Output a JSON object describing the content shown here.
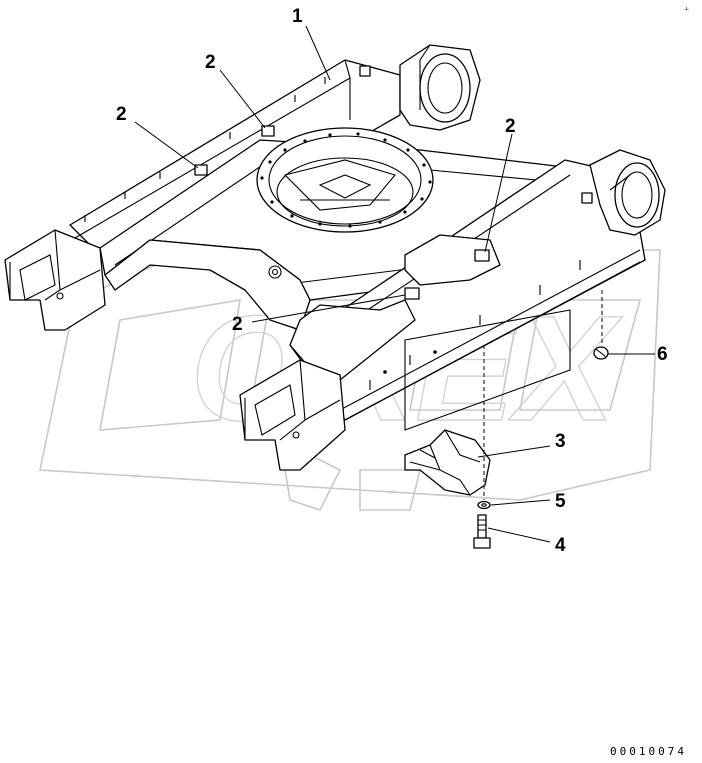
{
  "callouts": [
    {
      "id": "c1",
      "label": "1"
    },
    {
      "id": "c2a",
      "label": "2"
    },
    {
      "id": "c2b",
      "label": "2"
    },
    {
      "id": "c2c",
      "label": "2"
    },
    {
      "id": "c2d",
      "label": "2"
    },
    {
      "id": "c3",
      "label": "3"
    },
    {
      "id": "c4",
      "label": "4"
    },
    {
      "id": "c5",
      "label": "5"
    },
    {
      "id": "c6",
      "label": "6"
    }
  ],
  "watermark": "OREX",
  "document_number": "00010074",
  "corner_mark": "⫠"
}
